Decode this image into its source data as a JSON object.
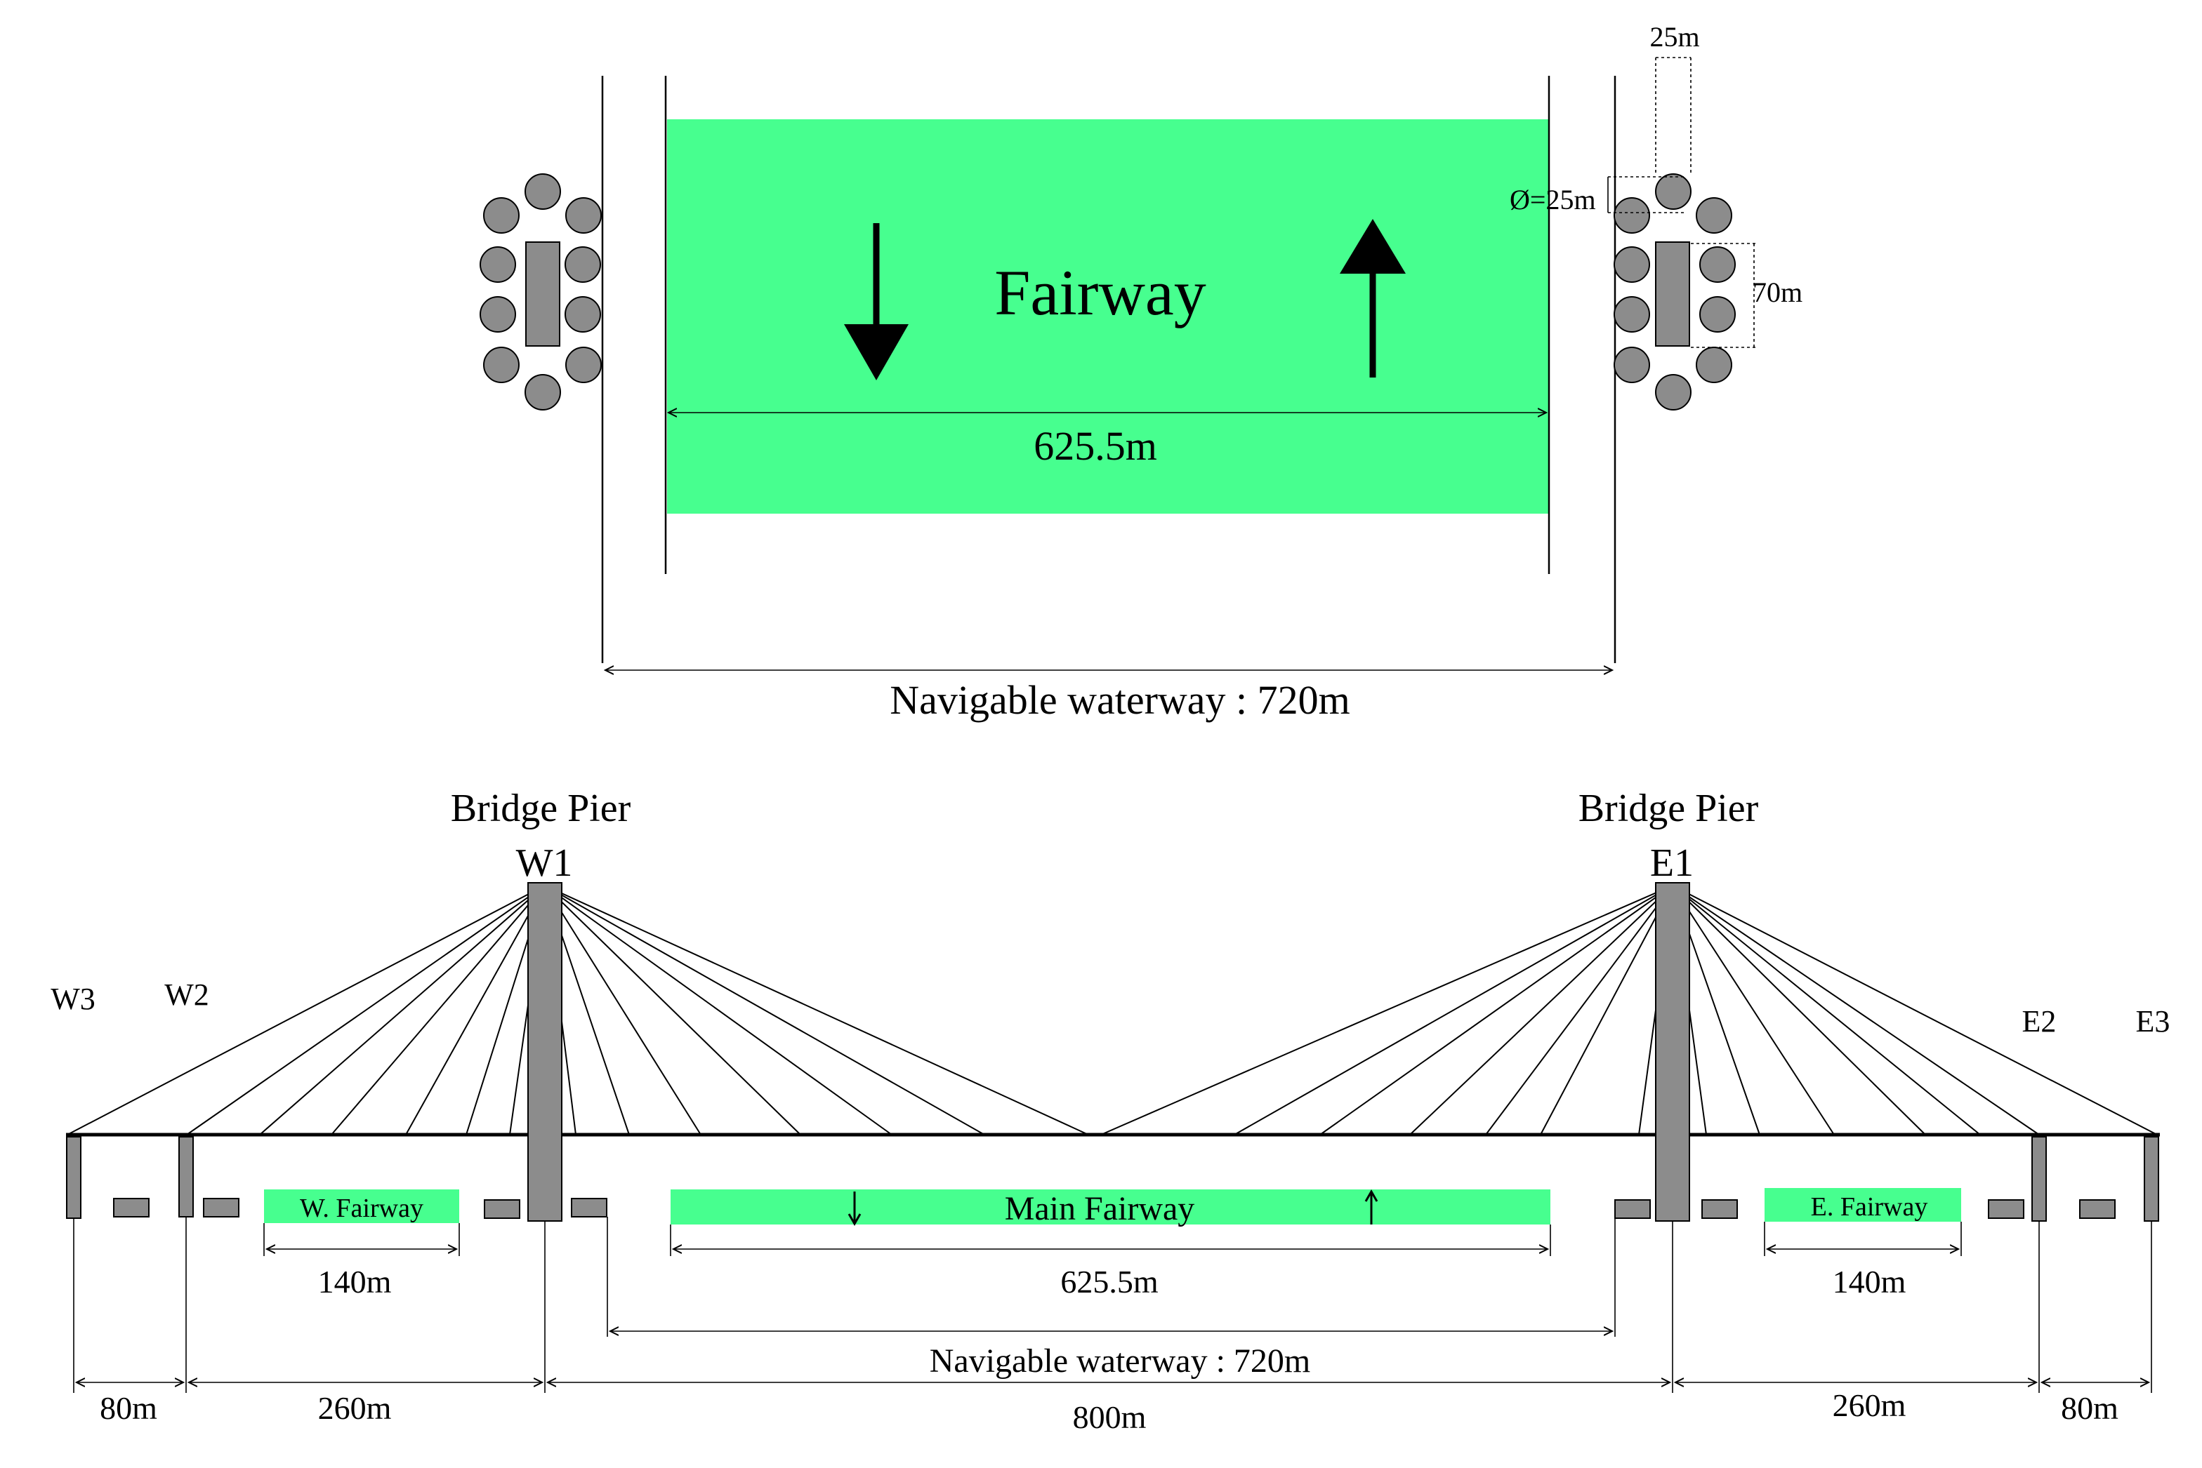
{
  "top_view": {
    "fairway_label": "Fairway",
    "fairway_width": "625.5m",
    "waterway_label": "Navigable waterway : 720m",
    "pile_gap": "25m",
    "pile_diameter": "Ø=25m",
    "pier_length": "70m"
  },
  "elevation": {
    "west_pier_title": "Bridge Pier",
    "west_pier_id": "W1",
    "east_pier_title": "Bridge Pier",
    "east_pier_id": "E1",
    "w2": "W2",
    "w3": "W3",
    "e2": "E2",
    "e3": "E3",
    "main_fairway": "Main Fairway",
    "w_fairway": "W. Fairway",
    "e_fairway": "E. Fairway",
    "main_fairway_width": "625.5m",
    "w_fairway_width": "140m",
    "e_fairway_width": "140m",
    "waterway_label": "Navigable waterway : 720m",
    "span_w3_w2": "80m",
    "span_w2_w1": "260m",
    "span_main": "800m",
    "span_e1_e2": "260m",
    "span_e2_e3": "80m"
  },
  "colors": {
    "fairway": "#47ff8f",
    "pier": "#8c8c8c"
  }
}
